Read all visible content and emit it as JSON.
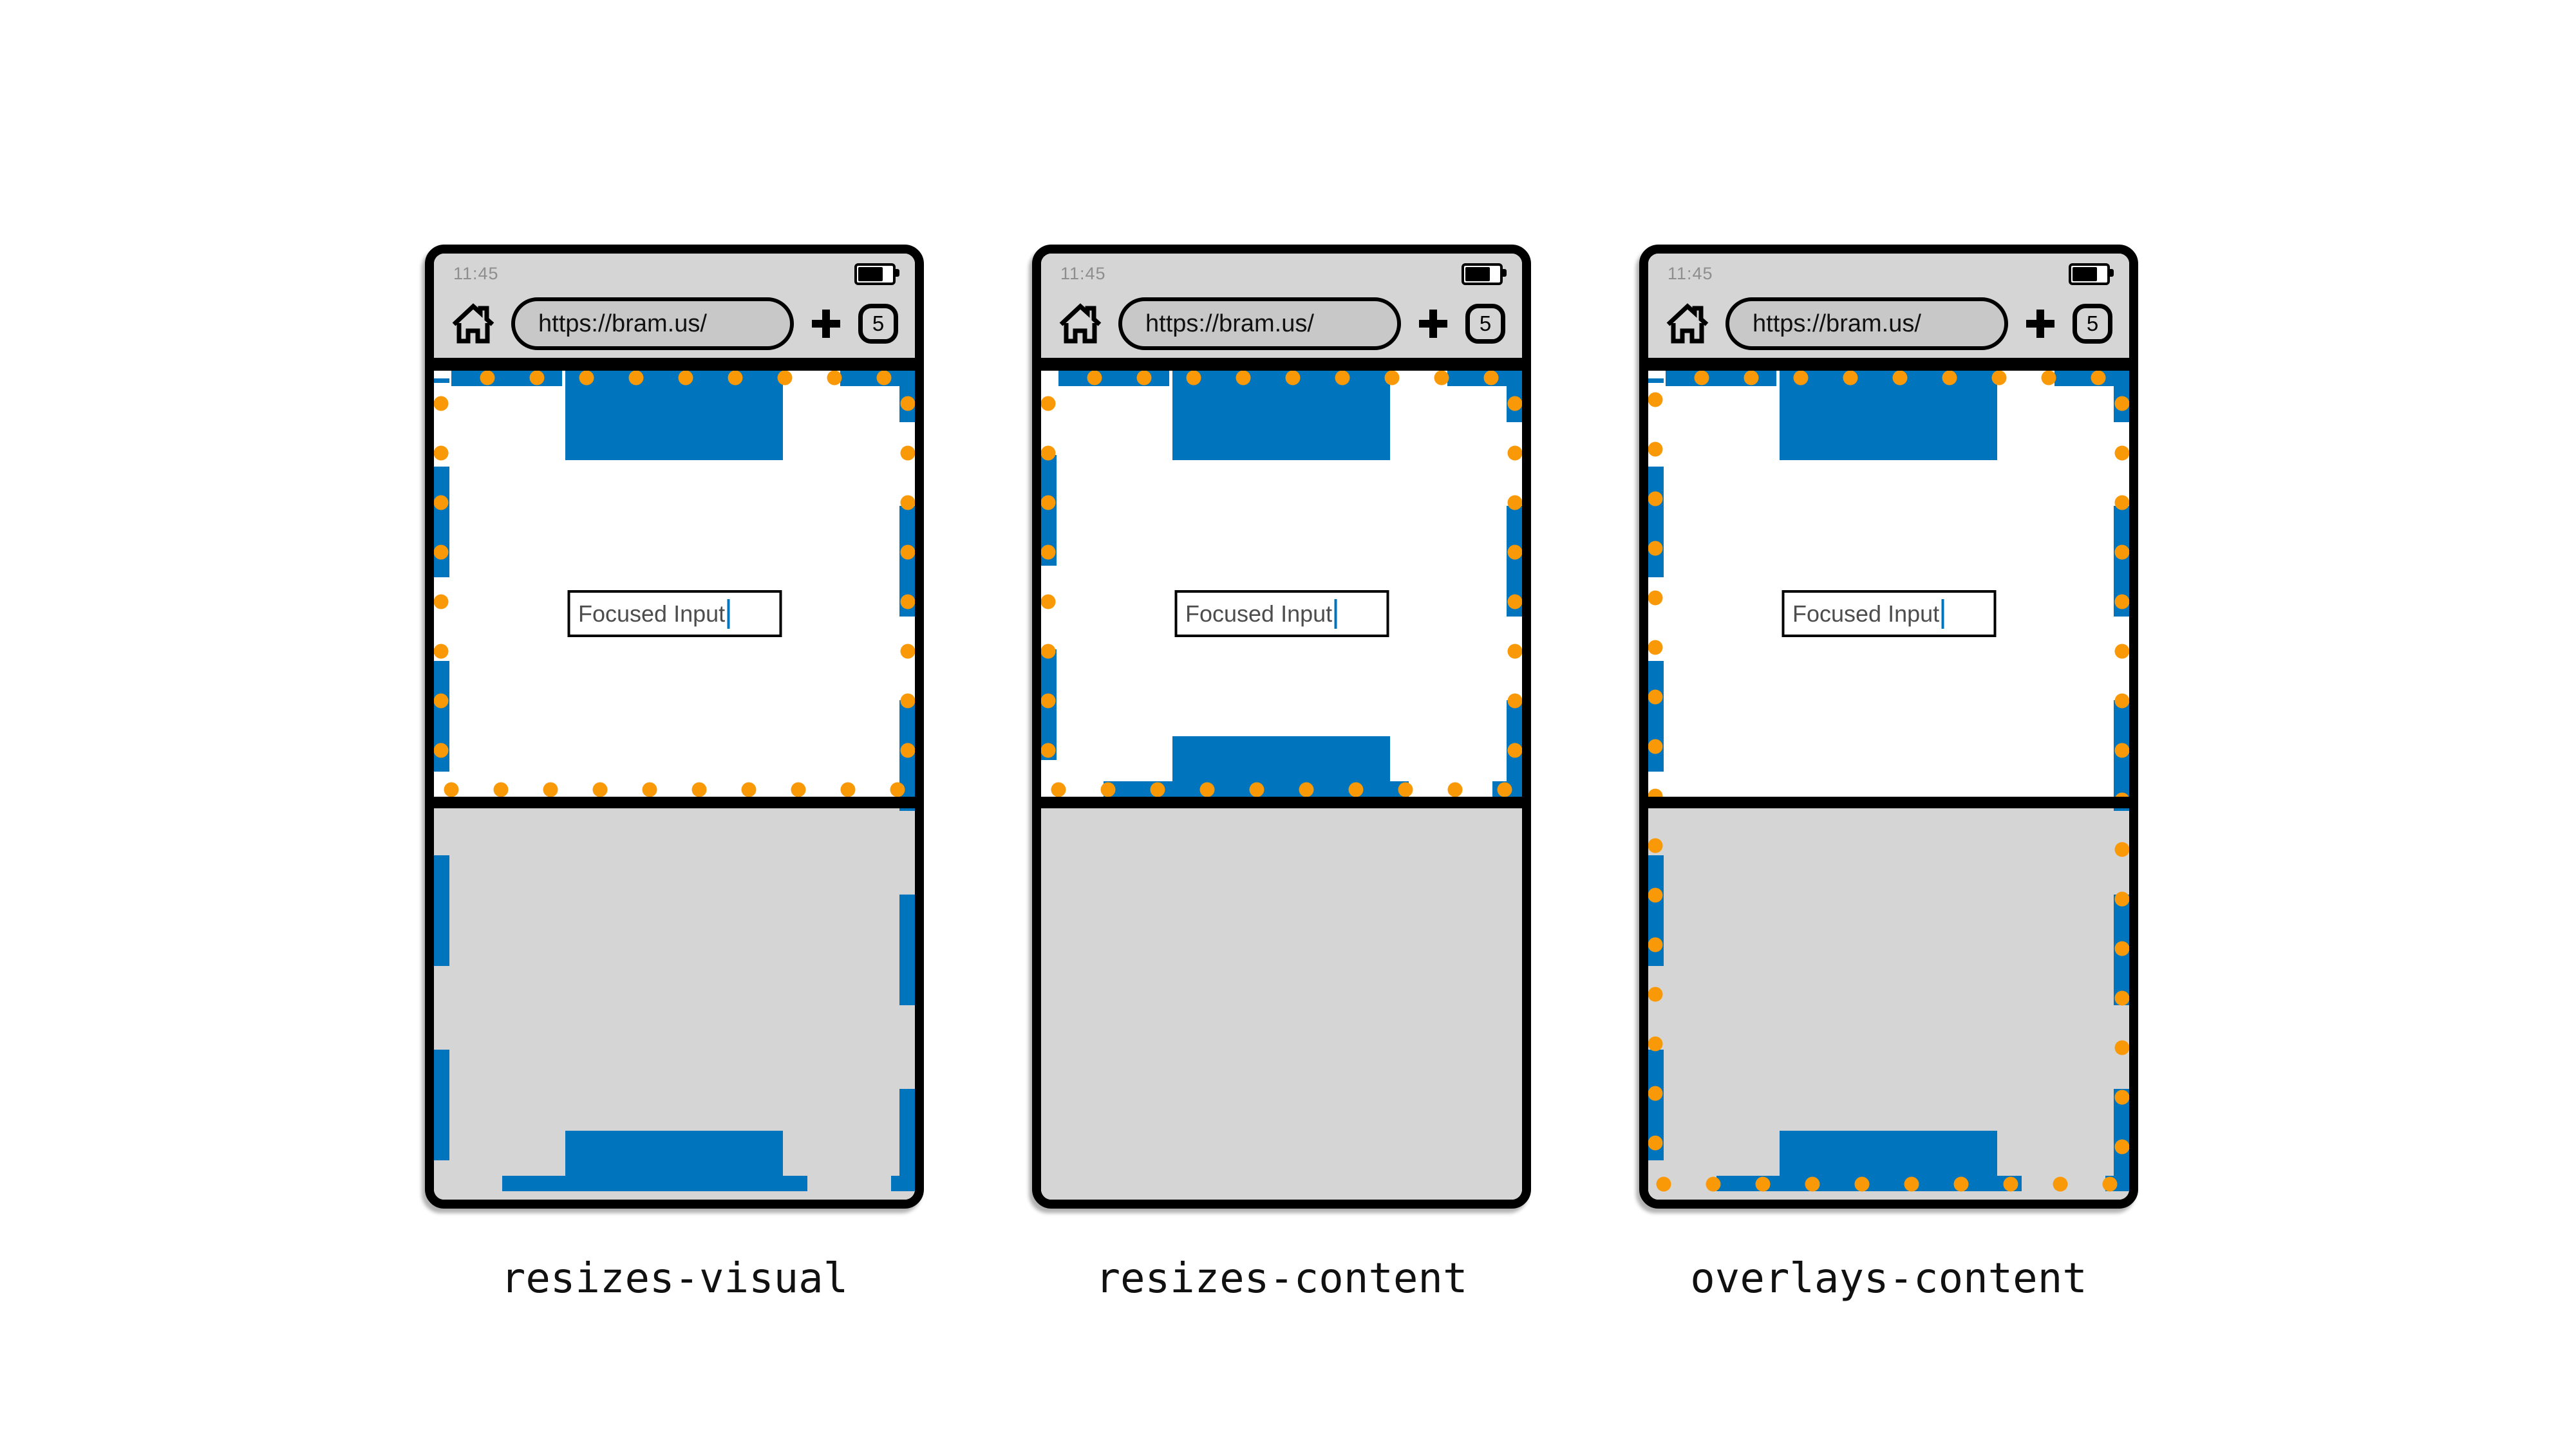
{
  "colors": {
    "blue": "#0074BC",
    "orange": "#FA9908",
    "phone_gray": "#d5d5d5",
    "url_pill_gray": "#c8c8c8",
    "black": "#000000"
  },
  "phones": [
    {
      "label": "resizes-visual",
      "status_time": "11:45",
      "url": "https://bram.us/",
      "tab_count": "5",
      "input_value": "Focused Input",
      "layout_viewport": "full-height",
      "visual_viewport": "above-keyboard"
    },
    {
      "label": "resizes-content",
      "status_time": "11:45",
      "url": "https://bram.us/",
      "tab_count": "5",
      "input_value": "Focused Input",
      "layout_viewport": "above-keyboard",
      "visual_viewport": "above-keyboard"
    },
    {
      "label": "overlays-content",
      "status_time": "11:45",
      "url": "https://bram.us/",
      "tab_count": "5",
      "input_value": "Focused Input",
      "layout_viewport": "full-height",
      "visual_viewport": "full-height"
    }
  ]
}
